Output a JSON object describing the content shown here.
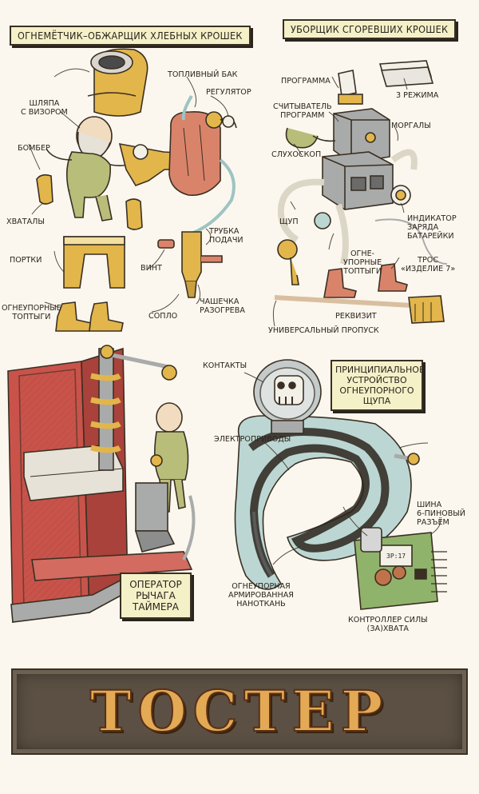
{
  "sections": {
    "flamethrower_title": "ОГНЕМЁТЧИК–ОБЖАРЩИК ХЛЕБНЫХ КРОШЕК",
    "cleaner_title": "УБОРЩИК СГОРЕВШИХ КРОШЕК",
    "probe_title_lines": [
      "ПРИНЦИПИАЛЬНОЕ",
      "УСТРОЙСТВО",
      "ОГНЕУПОРНОГО",
      "ЩУПА"
    ],
    "operator_lines": [
      "ОПЕРАТОР",
      "РЫЧАГА",
      "ТАЙМЕРА"
    ],
    "banner_word": "ТОСТЕР"
  },
  "flamethrower_labels": {
    "hat_lines": [
      "ШЛЯПА",
      "С ВИЗОРОМ"
    ],
    "bomber": "БОМБЕР",
    "grabbers": "ХВАТАЛЫ",
    "pants": "ПОРТКИ",
    "boots_lines": [
      "ОГНЕУПОРНЫЕ",
      "ТОПТЫГИ"
    ],
    "fuel_tank": "ТОПЛИВНЫЙ БАК",
    "regulator": "РЕГУЛЯТОР",
    "screw": "ВИНТ",
    "feed_tube_lines": [
      "ТРУБКА",
      "ПОДАЧИ"
    ],
    "heat_cup_lines": [
      "ЧАШЕЧКА",
      "РАЗОГРЕВА"
    ],
    "nozzle": "СОПЛО"
  },
  "cleaner_labels": {
    "program": "ПРОГРАММА",
    "modes": "3 РЕЖИМА",
    "reader_lines": [
      "СЧИТЫВАТЕЛЬ",
      "ПРОГРАММ"
    ],
    "blinkers": "МОРГАЛЫ",
    "stethoscope": "СЛУХОСКОП",
    "probe": "ЩУП",
    "battery_lines": [
      "ИНДИКАТОР",
      "ЗАРЯДА",
      "БАТАРЕЙКИ"
    ],
    "fire_boots_lines": [
      "ОГНЕ-",
      "УПОРНЫЕ",
      "ТОПТЫГИ"
    ],
    "cable_lines": [
      "ТРОС",
      "«ИЗДЕЛИЕ 7»"
    ],
    "props": "РЕКВИЗИТ",
    "pass": "УНИВЕРСАЛЬНЫЙ ПРОПУСК"
  },
  "probe_labels": {
    "contacts": "КОНТАКТЫ",
    "actuators": "ЭЛЕКТРОПРИВОДЫ",
    "bus_lines": [
      "ШИНА",
      "6-ПИНОВЫЙ",
      "РАЗЪЁМ"
    ],
    "nanofabric_lines": [
      "ОГНЕУПОРНАЯ",
      "АРМИРОВАННАЯ",
      "НАНОТКАНЬ"
    ],
    "controller_lines": [
      "КОНТРОЛЛЕР СИЛЫ",
      "(ЗА)ХВАТА"
    ],
    "chip_text": "3Р:17"
  },
  "colors": {
    "paper": "#fbf7ee",
    "ink": "#2b241c",
    "label_box": "#f4f0c8",
    "mustard": "#e2b64a",
    "terracotta": "#d9846a",
    "toaster_red": "#c9534a",
    "steel_grey": "#a9abaa",
    "teal": "#bcd7d3",
    "circuit_green": "#8fb36a",
    "banner_bg": "#5b5043",
    "banner_letters": "#e3a955"
  }
}
